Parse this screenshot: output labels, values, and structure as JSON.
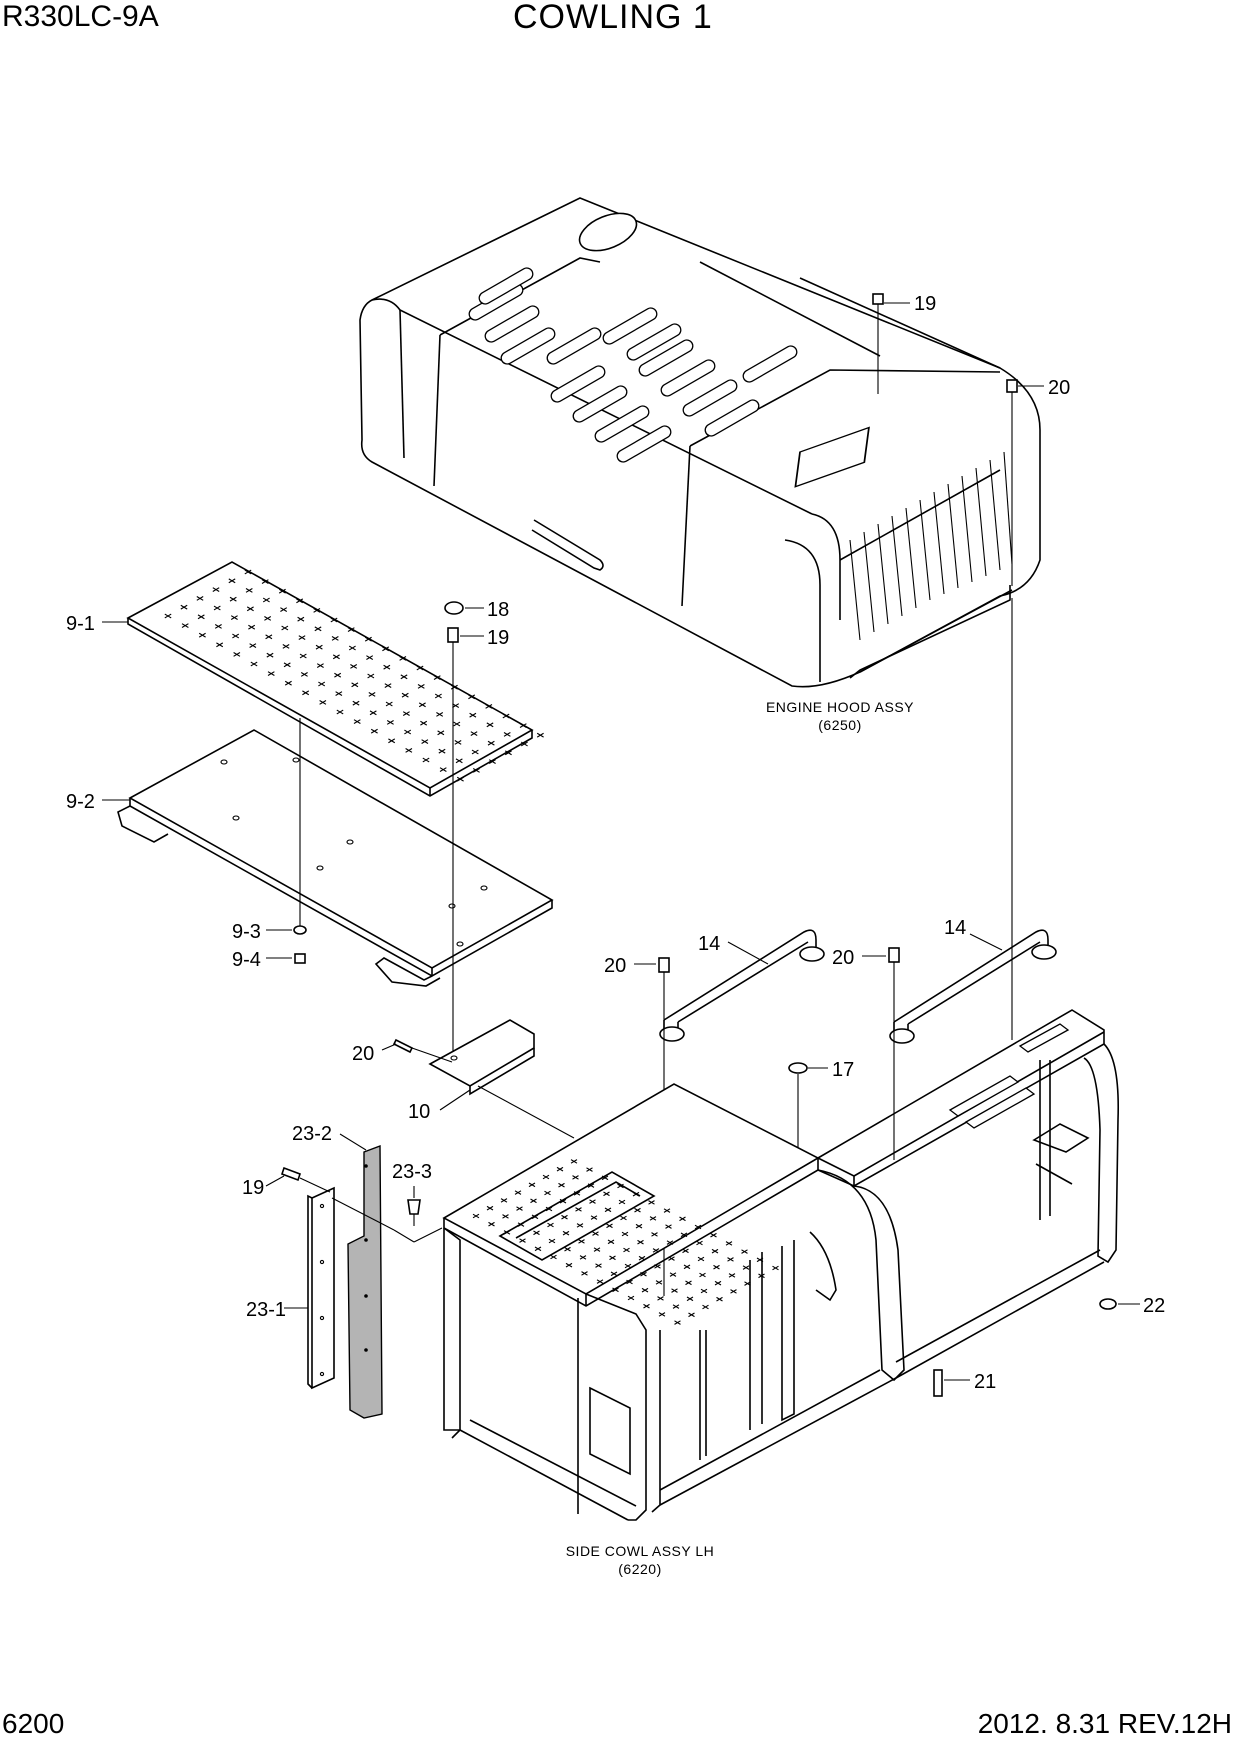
{
  "header": {
    "model": "R330LC-9A",
    "title": "COWLING 1"
  },
  "footer": {
    "page": "6200",
    "revision": "2012. 8.31  REV.12H"
  },
  "assemblies": {
    "engine_hood": {
      "name": "ENGINE HOOD ASSY",
      "ref": "(6250)"
    },
    "side_cowl": {
      "name": "SIDE COWL ASSY LH",
      "ref": "(6220)"
    }
  },
  "callouts": {
    "c19_top": "19",
    "c20_top": "20",
    "c9_1": "9-1",
    "c18": "18",
    "c19_mid": "19",
    "c9_2": "9-2",
    "c9_3": "9-3",
    "c9_4": "9-4",
    "c20_left": "20",
    "c10": "10",
    "c14_left": "14",
    "c20_mid": "20",
    "c14_right": "14",
    "c20_right": "20",
    "c17": "17",
    "c23_2": "23-2",
    "c23_3": "23-3",
    "c19_low": "19",
    "c23_1": "23-1",
    "c22": "22",
    "c21": "21"
  }
}
